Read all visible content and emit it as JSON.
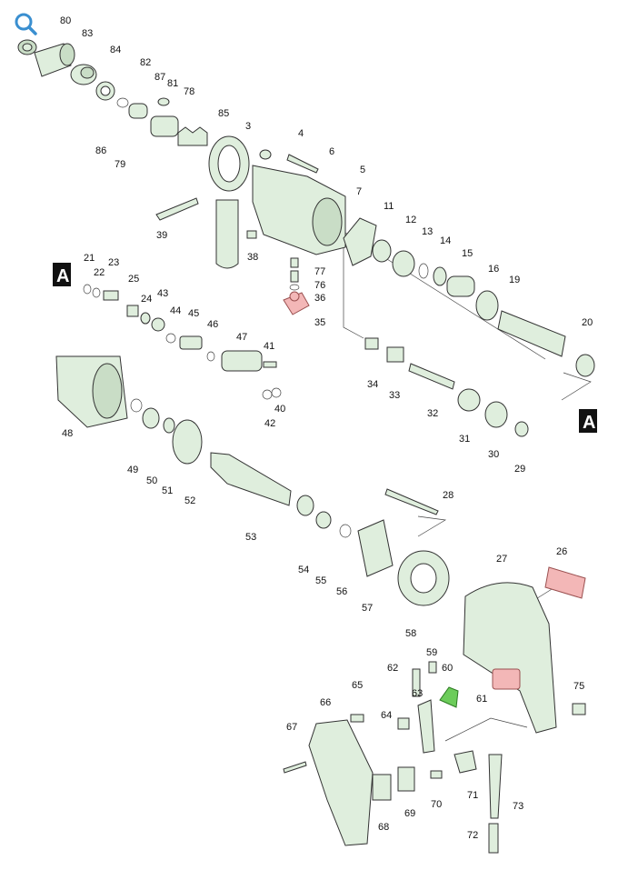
{
  "ui": {
    "zoom_icon": "magnifier-icon",
    "accent": "#3a8fd0"
  },
  "diagram": {
    "section_marker": "A",
    "colors": {
      "part_fill": "#dfeedd",
      "highlight_red": "#f3b7b7",
      "highlight_green": "#6ccc5a",
      "line": "#444444"
    },
    "part_labels": [
      "80",
      "83",
      "84",
      "82",
      "87",
      "81",
      "78",
      "85",
      "86",
      "79",
      "3",
      "4",
      "6",
      "5",
      "7",
      "11",
      "12",
      "13",
      "14",
      "15",
      "16",
      "19",
      "20",
      "39",
      "38",
      "77",
      "76",
      "36",
      "35",
      "21",
      "22",
      "23",
      "25",
      "24",
      "43",
      "44",
      "45",
      "46",
      "47",
      "41",
      "42",
      "40",
      "34",
      "33",
      "32",
      "31",
      "30",
      "29",
      "48",
      "49",
      "50",
      "51",
      "52",
      "53",
      "28",
      "54",
      "55",
      "56",
      "57",
      "58",
      "27",
      "26",
      "62",
      "59",
      "60",
      "63",
      "61",
      "75",
      "65",
      "66",
      "64",
      "67",
      "68",
      "69",
      "70",
      "71",
      "73",
      "72"
    ]
  }
}
